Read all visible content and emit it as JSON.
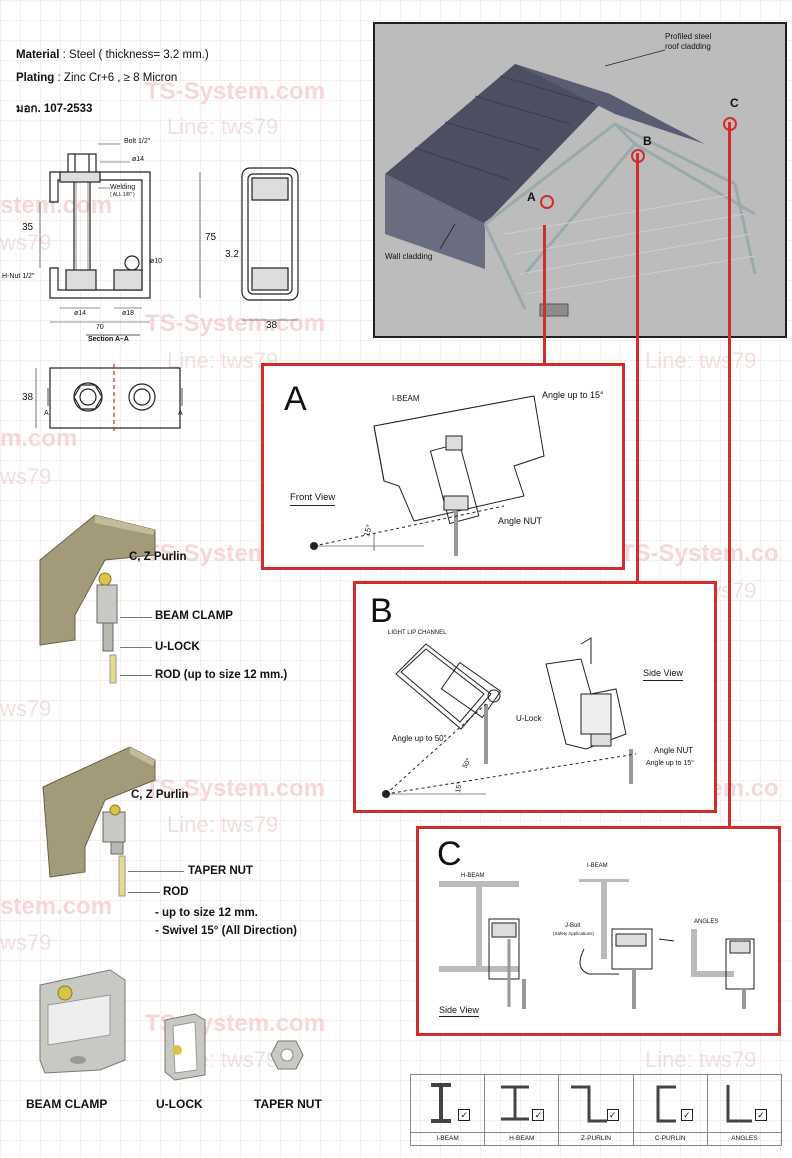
{
  "spec": {
    "material_label": "Material",
    "material_value": " : Steel ( thickness= 3.2 mm.)",
    "plating_label": "Plating",
    "plating_value": " : Zinc Cr+6 , ≥ 8 Micron",
    "standard": "มอก. 107-2533"
  },
  "drawing": {
    "bolt": "Bolt 1/2\"",
    "welding": "Welding",
    "weld_note": "( ALL 1/8\" )",
    "dia14_top": "ø14",
    "dim35": "35",
    "dim75": "75",
    "hnut": "H-Nut 1/2\"",
    "dia10": "ø10",
    "dia14_bot": "ø14",
    "dia18": "ø18",
    "dim70": "70",
    "section": "Section A–A",
    "dim32": "3.2",
    "dim38_side": "38",
    "dim38_plan": "38",
    "mark_a": "A"
  },
  "building": {
    "roof": "Profiled steel\nroof cladding",
    "wall": "Wall cladding",
    "point_a": "A",
    "point_b": "B",
    "point_c": "C"
  },
  "detail_a": {
    "letter": "A",
    "ibeam": "I-BEAM",
    "angle": "Angle up to 15°",
    "view": "Front View",
    "nut": "Angle NUT",
    "deg": "15°"
  },
  "detail_b": {
    "letter": "B",
    "channel": "LIGHT LIP CHANNEL",
    "ulock": "U-Lock",
    "angle50": "Angle up to 50°",
    "view": "Side View",
    "nut": "Angle NUT",
    "angle15": "Angle up to 15°",
    "deg50": "50°",
    "deg15": "15°"
  },
  "detail_c": {
    "letter": "C",
    "hbeam": "H-BEAM",
    "ibeam": "I-BEAM",
    "jbolt": "J-Bolt",
    "jbolt_note": "(Safety Applications)",
    "angles": "ANGLES",
    "view": "Side View"
  },
  "assembly1": {
    "purlin": "C, Z Purlin",
    "beam_clamp": "BEAM CLAMP",
    "ulock": "U-LOCK",
    "rod": "ROD (up to size 12 mm.)"
  },
  "assembly2": {
    "purlin": "C, Z Purlin",
    "taper": "TAPER NUT",
    "rod": "ROD",
    "note1": "- up to size 12 mm.",
    "note2": "- Swivel 15° (All Direction)"
  },
  "products": {
    "beam_clamp": "BEAM CLAMP",
    "ulock": "U-LOCK",
    "taper": "TAPER NUT"
  },
  "legend": [
    "I-BEAM",
    "H-BEAM",
    "Z-PURLIN",
    "C-PURLIN",
    "ANGLES"
  ],
  "watermark": {
    "site": "TS-System.com",
    "line": "Line: tws79",
    "site_cut": "TS-System.co",
    "site_left": "stem.com",
    "site_left2": "m.com",
    "line_left": "ws79"
  },
  "colors": {
    "accent": "#d22c2c",
    "purlin": "#a39a7a",
    "metal": "#c9c9c4"
  }
}
